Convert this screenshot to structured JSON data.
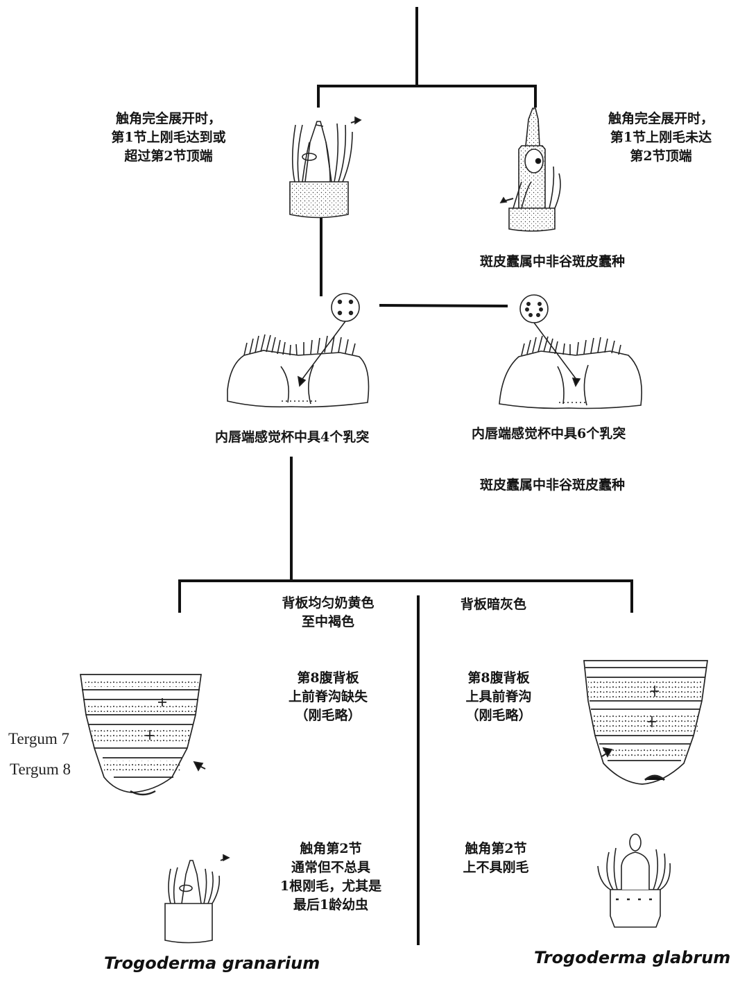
{
  "left_antenna_text": [
    "触角完全展开时，",
    "第1节上刚毛达到或",
    "超过第2节顶端"
  ],
  "right_antenna_text": [
    "触角完全展开时，",
    "第1节上刚毛未达",
    "第2节顶端"
  ],
  "nonkhapra_note_1": "斑皮蠹属中非谷斑皮蠹种",
  "epipharynx_left_text": "内唇端感觉杯中具4个乳突",
  "epipharynx_right_text": "内唇端感觉杯中具6个乳突",
  "nonkhapra_note_2": "斑皮蠹属中非谷斑皮蠹种",
  "left_branch": {
    "tergite_color": [
      "背板均匀奶黄色",
      "至中褐色"
    ],
    "tergum8_text": [
      "第8腹背板",
      "上前脊沟缺失",
      "（刚毛略）"
    ],
    "antenna2_text": [
      "触角第2节",
      "通常但不总具",
      "1根刚毛，尤其是",
      "最后1龄幼虫"
    ],
    "tergum_labels": [
      "Tergum 7",
      "Tergum 8"
    ],
    "species": "Trogoderma granarium"
  },
  "right_branch": {
    "tergite_color": [
      "背板暗灰色"
    ],
    "tergum8_text": [
      "第8腹背板",
      "上具前脊沟",
      "（刚毛略）"
    ],
    "antenna2_text": [
      "触角第2节",
      "上不具刚毛"
    ],
    "species": "Trogoderma glabrum"
  },
  "colors": {
    "ink": "#151515",
    "background": "#ffffff"
  }
}
